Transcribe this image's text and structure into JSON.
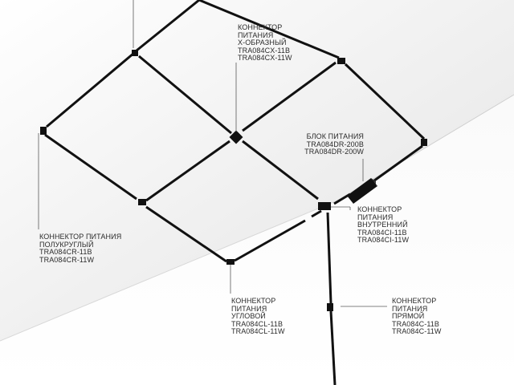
{
  "diagram": {
    "callouts": [
      {
        "id": "cx",
        "lines": [
          "КОННЕКТОР",
          "ПИТАНИЯ",
          "X-ОБРАЗНЫЙ",
          "TRA084CX-11B",
          "TRA084CX-11W"
        ]
      },
      {
        "id": "dr",
        "lines": [
          "БЛОК ПИТАНИЯ",
          "TRA084DR-200B",
          "TRA084DR-200W"
        ]
      },
      {
        "id": "ci",
        "lines": [
          "КОННЕКТОР",
          "ПИТАНИЯ",
          "ВНУТРЕННИЙ",
          "TRA084CI-11B",
          "TRA084CI-11W"
        ]
      },
      {
        "id": "cr",
        "lines": [
          "КОННЕКТОР ПИТАНИЯ",
          "ПОЛУКРУГЛЫЙ",
          "TRA084CR-11B",
          "TRA084CR-11W"
        ]
      },
      {
        "id": "cl",
        "lines": [
          "КОННЕКТОР",
          "ПИТАНИЯ",
          "УГЛОВОЙ",
          "TRA084CL-11B",
          "TRA084CL-11W"
        ]
      },
      {
        "id": "c",
        "lines": [
          "КОННЕКТОР",
          "ПИТАНИЯ",
          "ПРЯМОЙ",
          "TRA084C-11B",
          "TRA084C-11W"
        ]
      }
    ]
  },
  "colors": {
    "track": "#111111",
    "leader": "#5a5a5a",
    "text": "#2b2b2b",
    "ceiling": "#f2f2f2",
    "wall": "#ffffff"
  }
}
